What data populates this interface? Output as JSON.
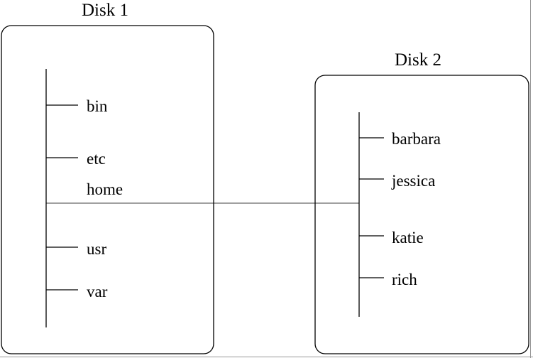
{
  "disk1": {
    "title": "Disk 1",
    "dirs": {
      "bin": "bin",
      "etc": "etc",
      "home": "home",
      "usr": "usr",
      "var": "var"
    }
  },
  "disk2": {
    "title": "Disk 2",
    "dirs": {
      "barbara": "barbara",
      "jessica": "jessica",
      "katie": "katie",
      "rich": "rich"
    }
  }
}
